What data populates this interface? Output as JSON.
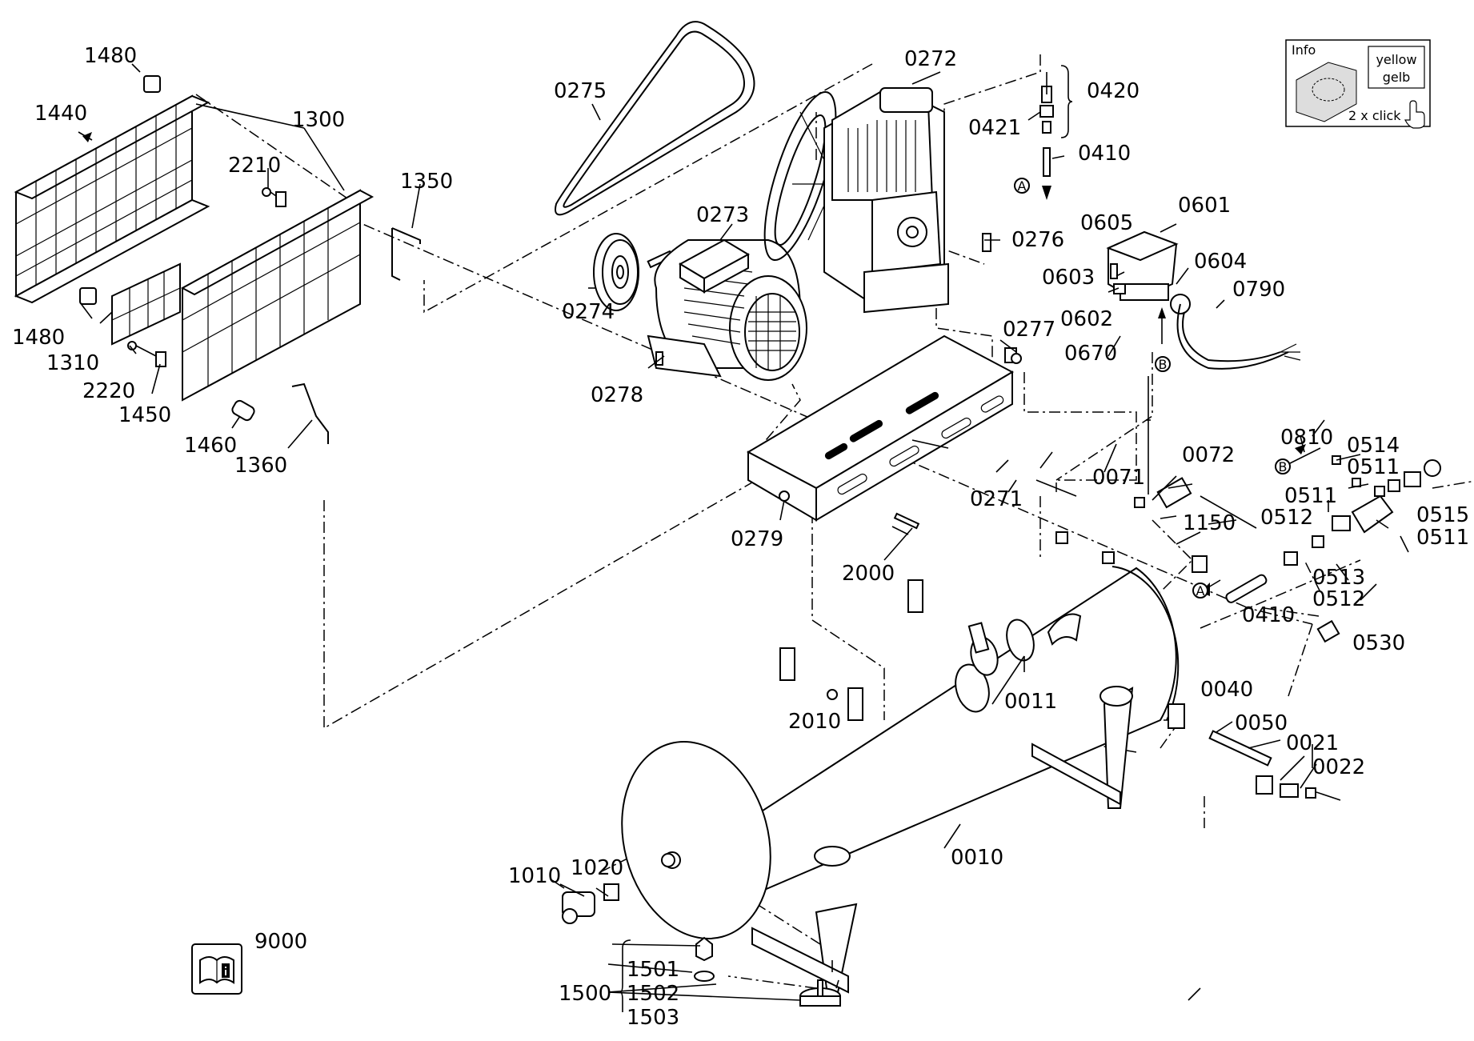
{
  "parts": {
    "p0010": "0010",
    "p0011": "0011",
    "p0021": "0021",
    "p0022": "0022",
    "p0040": "0040",
    "p0050": "0050",
    "p0071": "0071",
    "p0072": "0072",
    "p0271": "0271",
    "p0272": "0272",
    "p0273": "0273",
    "p0274": "0274",
    "p0275": "0275",
    "p0276": "0276",
    "p0277": "0277",
    "p0278": "0278",
    "p0279": "0279",
    "p0410a": "0410",
    "p0410b": "0410",
    "p0420": "0420",
    "p0421": "0421",
    "p0511a": "0511",
    "p0511b": "0511",
    "p0511c": "0511",
    "p0512a": "0512",
    "p0512b": "0512",
    "p0513": "0513",
    "p0514": "0514",
    "p0515": "0515",
    "p0530": "0530",
    "p0601": "0601",
    "p0602": "0602",
    "p0603": "0603",
    "p0604": "0604",
    "p0605": "0605",
    "p0670": "0670",
    "p0790": "0790",
    "p0810": "0810",
    "p1010": "1010",
    "p1020": "1020",
    "p1150": "1150",
    "p1300": "1300",
    "p1310": "1310",
    "p1350": "1350",
    "p1360": "1360",
    "p1440": "1440",
    "p1450": "1450",
    "p1460": "1460",
    "p1480a": "1480",
    "p1480b": "1480",
    "p1500": "1500",
    "p1501": "1501",
    "p1502": "1502",
    "p1503": "1503",
    "p2000": "2000",
    "p2010": "2010",
    "p2210": "2210",
    "p2220": "2220",
    "p9000": "9000"
  },
  "markers": {
    "a1": "A",
    "a2": "A",
    "b1": "B",
    "b2": "B"
  },
  "info": {
    "title": "Info",
    "color_en": "yellow",
    "color_de": "gelb",
    "hint": "2 x click"
  },
  "icons": {
    "info_hand": "pointing-hand-icon",
    "manual": "manual-info-icon"
  }
}
